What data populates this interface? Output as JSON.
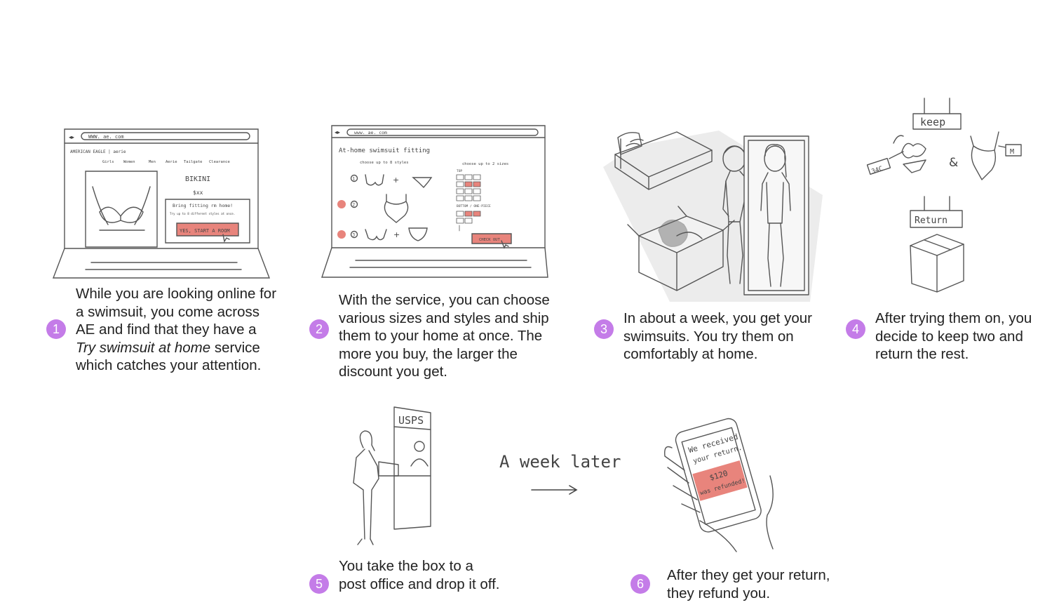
{
  "accent_color": "#c47ce8",
  "highlight_color": "#e8847c",
  "steps": [
    {
      "num": "1",
      "text_before": "While you are looking online for a swimsuit, you come across AE and find that they have a ",
      "text_italic": "Try swimsuit at home",
      "text_after": " service which catches your attention."
    },
    {
      "num": "2",
      "text": "With the service, you can choose various sizes and styles and ship them to your home at once. The more you buy, the larger the discount you get."
    },
    {
      "num": "3",
      "text": "In about a week, you get your swimsuits. You try them on comfortably at home."
    },
    {
      "num": "4",
      "text": "After trying them on, you decide to keep two and return the rest."
    },
    {
      "num": "5",
      "text": "You take the box to a post office and drop it off."
    },
    {
      "num": "6",
      "text": "After they get your return, they refund you."
    }
  ],
  "sketch1": {
    "url": "WWW. ae. com",
    "brand": "AMERICAN EAGLE | aerie",
    "nav": [
      "Girls",
      "Women",
      "Men",
      "Aerie",
      "Tailgate",
      "Clearance"
    ],
    "product": "BIKINI",
    "price": "$xx",
    "promo_title": "Bring fitting rm home!",
    "promo_sub": "Try up to 8 different styles at once.",
    "cta": "YES, START A ROOM"
  },
  "sketch2": {
    "url": "www. ae. com",
    "title": "At-home swimsuit fitting",
    "left_hint": "choose up to 8 styles",
    "right_hint": "choose up to 2 sizes",
    "top_label": "TOP",
    "bottom_label": "BOTTOM / ONE-PIECE",
    "row_nums": [
      "1",
      "2",
      "3"
    ],
    "checkout": "CHECK OUT"
  },
  "sketch4": {
    "keep": "keep",
    "ret": "Return",
    "tag_a": "34C",
    "tag_b": "M",
    "amp": "&"
  },
  "sketch5": {
    "sign": "USPS"
  },
  "transition": {
    "label": "A week later"
  },
  "sketch6": {
    "line1": "We received",
    "line2": "your return.",
    "amount": "$120",
    "refunded": "was refunded!"
  }
}
